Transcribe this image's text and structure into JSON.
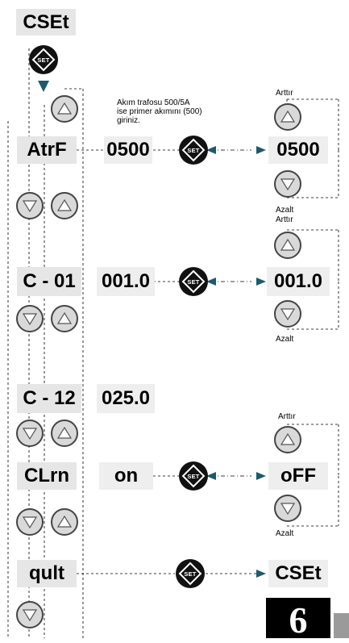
{
  "codes": {
    "cset_top": "CSEt",
    "atrf": "AtrF",
    "c01": "C - 01",
    "c12": "C - 12",
    "clrn": "CLrn",
    "qult": "qult",
    "cset_bottom": "CSEt"
  },
  "values": {
    "atrf_current": "0500",
    "atrf_new": "0500",
    "c01_current": "001.0",
    "c01_new": "001.0",
    "c12_current": "025.0",
    "clrn_current": "on",
    "clrn_new": "oFF"
  },
  "note": {
    "line1": "Akım trafosu 500/5A",
    "line2": "ise primer akımını (500)",
    "line3": "giriniz."
  },
  "labels": {
    "increase": "Arttır",
    "decrease": "Azalt",
    "set": "SET"
  },
  "page_number": "6",
  "icons": {
    "up": "up-arrow-icon",
    "down": "down-arrow-icon",
    "set": "set-button-icon"
  }
}
